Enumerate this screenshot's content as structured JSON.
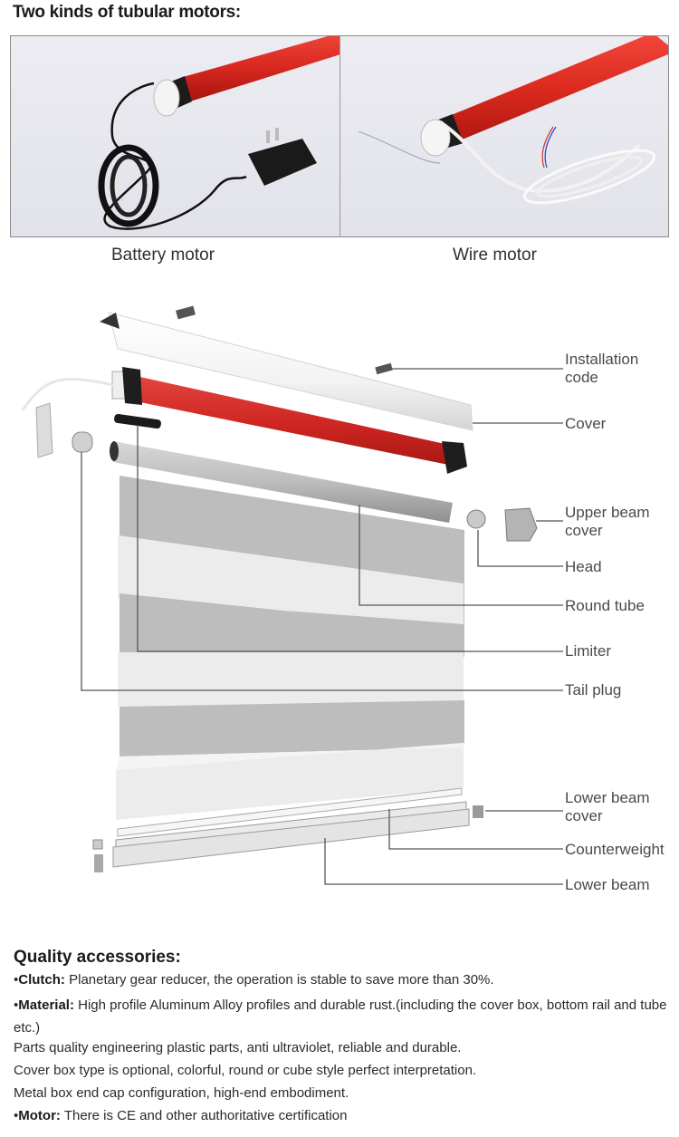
{
  "header": {
    "title": "Two kinds of tubular motors:"
  },
  "photos": [
    {
      "caption": "Battery motor",
      "subject": "battery-powered tubular motor with adapter"
    },
    {
      "caption": "Wire motor",
      "subject": "wired tubular motor with cable"
    }
  ],
  "diagram": {
    "labels": {
      "installation_code": "Installation\ncode",
      "cover": "Cover",
      "upper_beam_cover": "Upper beam\ncover",
      "head": "Head",
      "round_tube": "Round tube",
      "limiter": "Limiter",
      "tail_plug": "Tail plug",
      "lower_beam_cover": "Lower beam\ncover",
      "counterweight": "Counterweight",
      "lower_beam": "Lower beam"
    },
    "colors": {
      "motor_red": "#d42a2a",
      "line": "#555555"
    }
  },
  "quality": {
    "title": "Quality accessories:",
    "items": [
      {
        "bullet": "•",
        "key": "Clutch:",
        "text": " Planetary gear reducer, the operation is stable to save more than 30%."
      },
      {
        "bullet": "•",
        "key": "Material:",
        "text": " High profile Aluminum Alloy profiles and durable rust.(including the cover box, bottom rail and tube etc.)"
      },
      {
        "bullet": "",
        "key": "",
        "text": "Parts quality engineering plastic parts, anti ultraviolet, reliable and durable."
      },
      {
        "bullet": "",
        "key": "",
        "text": "Cover box type is optional, colorful, round or cube style perfect interpretation."
      },
      {
        "bullet": "",
        "key": "",
        "text": "Metal box end cap configuration, high-end embodiment."
      },
      {
        "bullet": "•",
        "key": "Motor:",
        "text": " There is CE and other authoritative certification"
      }
    ]
  }
}
